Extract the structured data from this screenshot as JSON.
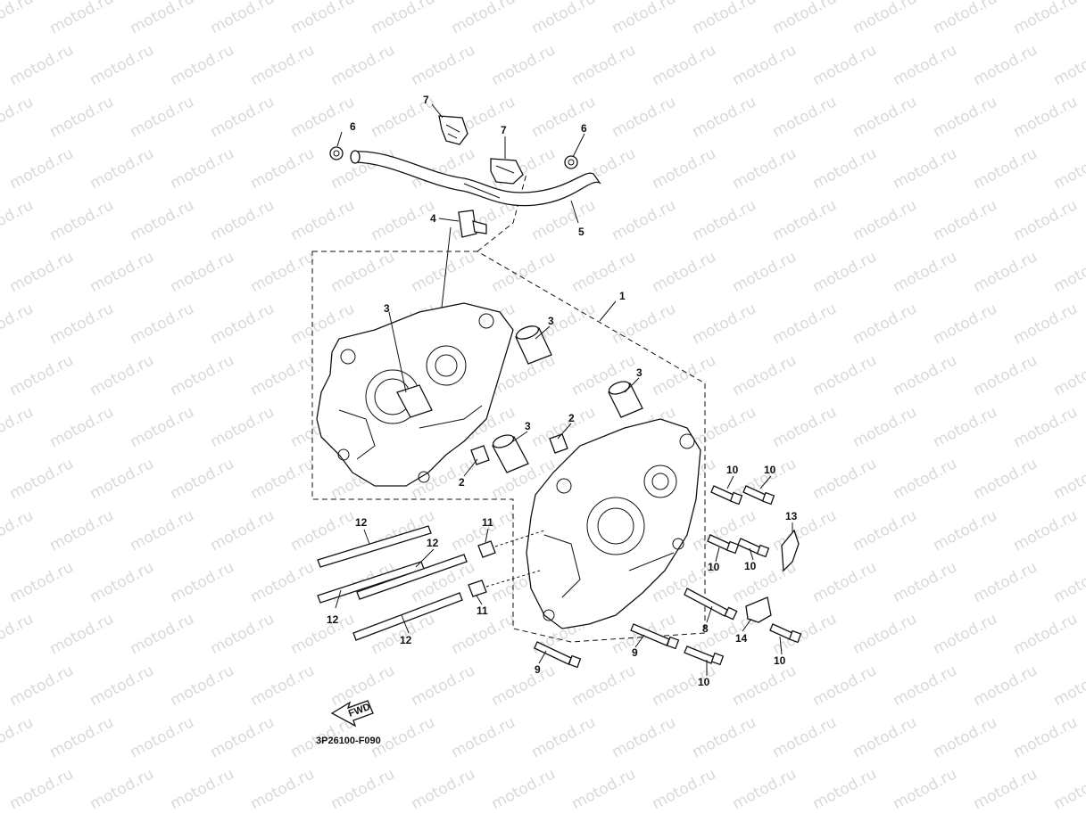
{
  "watermark": {
    "text": "motod.ru",
    "color": "#d9d9d9"
  },
  "diagram_code": "3P26100-F090",
  "fwd_label": "FWD",
  "callouts": {
    "c1": "1",
    "c2a": "2",
    "c2b": "2",
    "c3a": "3",
    "c3b": "3",
    "c3c": "3",
    "c3d": "3",
    "c4": "4",
    "c5": "5",
    "c6a": "6",
    "c6b": "6",
    "c7a": "7",
    "c7b": "7",
    "c8": "8",
    "c9a": "9",
    "c9b": "9",
    "c10a": "10",
    "c10b": "10",
    "c10c": "10",
    "c10d": "10",
    "c10e": "10",
    "c10f": "10",
    "c11a": "11",
    "c11b": "11",
    "c12a": "12",
    "c12b": "12",
    "c12c": "12",
    "c12d": "12",
    "c13": "13",
    "c14": "14"
  }
}
